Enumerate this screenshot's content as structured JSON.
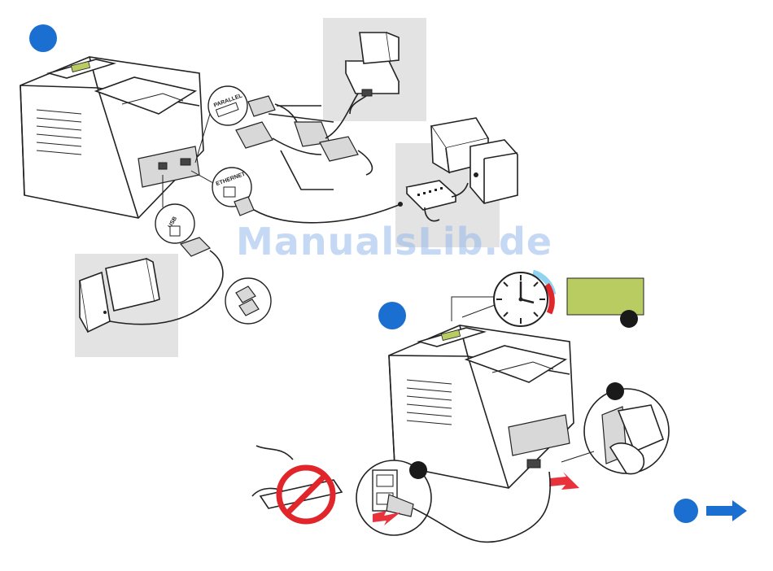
{
  "watermark": "ManualsLib.de",
  "port_labels": {
    "parallel": "PARALLEL",
    "ethernet": "ETHERNET",
    "usb": "USB"
  },
  "colors": {
    "step_blue": "#1b6fd1",
    "step_black": "#1a1a1a",
    "arrow_red": "#e8323c",
    "prohibit_red": "#e0252b",
    "lcd_green": "#b9cc62",
    "panel_gray": "#e3e3e3",
    "arrow_next_blue": "#1b6fd1"
  },
  "icons": [
    "printer-icon",
    "desktop-computer-icon",
    "tower-computer-icon",
    "network-hub-icon",
    "clock-icon",
    "power-outlet-icon",
    "no-power-strip-icon",
    "next-arrow-icon"
  ]
}
